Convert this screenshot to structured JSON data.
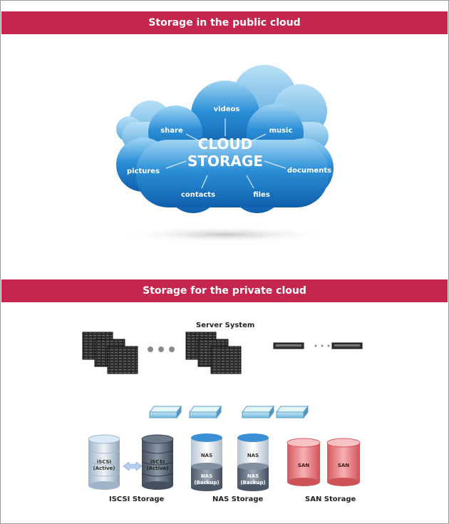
{
  "sections": {
    "public_title": "Storage in the public cloud",
    "private_title": "Storage for the private cloud"
  },
  "cloud": {
    "title_line1": "CLOUD",
    "title_line2": "STORAGE",
    "spokes": {
      "videos": "videos",
      "share": "share",
      "music": "music",
      "pictures": "pictures",
      "documents": "documents",
      "contacts": "contacts",
      "files": "files"
    }
  },
  "private": {
    "server_system_label": "Server System",
    "iscsi": {
      "label": "ISCSI Storage",
      "active_label_line1": "iSCSI",
      "active_label_line2": "(Active)"
    },
    "nas": {
      "label": "NAS Storage",
      "top_label": "NAS",
      "backup_line1": "NAS",
      "backup_line2": "(Backup)"
    },
    "san": {
      "label": "SAN Storage",
      "drum_label": "SAN"
    }
  },
  "colors": {
    "banner": "#c4264f",
    "cloud_blue": "#1a7fcf",
    "cloud_light": "#7dc3ee",
    "san_red": "#e0747b"
  }
}
